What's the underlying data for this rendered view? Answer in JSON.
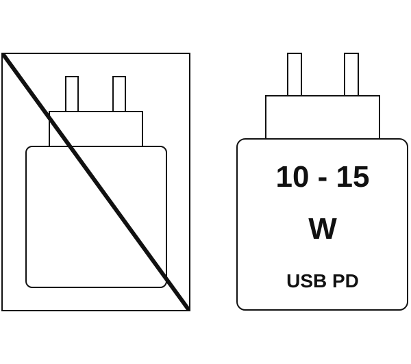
{
  "right_charger": {
    "power_range": "10 - 15",
    "unit": "W",
    "standard": "USB PD"
  },
  "icons": {
    "crossed_out": "no-charger-included-icon",
    "included": "usb-pd-charger-icon"
  },
  "colors": {
    "stroke": "#111111",
    "background": "#ffffff"
  }
}
